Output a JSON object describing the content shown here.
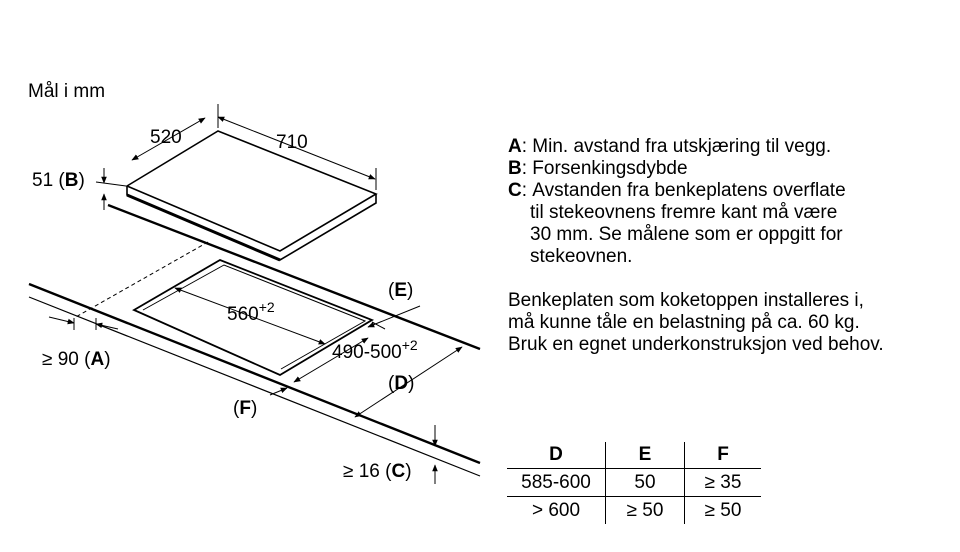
{
  "diagram": {
    "unit_label": "Mål i mm",
    "labels": {
      "depth": "520",
      "width": "710",
      "height_b_value": "51 (",
      "height_b_key": "B",
      "height_b_close": ")",
      "cutout_width_base": "560",
      "cutout_width_tol": "+2",
      "cutout_depth_base": "490-500",
      "cutout_depth_tol": "+2",
      "e_open": "(",
      "e_key": "E",
      "e_close": ")",
      "d_open": "(",
      "d_key": "D",
      "d_close": ")",
      "f_open": "(",
      "f_key": "F",
      "f_close": ")",
      "a_value": "≥ 90 (",
      "a_key": "A",
      "a_close": ")",
      "c_value": "≥ 16 (",
      "c_key": "C",
      "c_close": ")"
    }
  },
  "legend": [
    {
      "key": "A",
      "sep": ": ",
      "lines": [
        "Min. avstand fra utskjæring til vegg."
      ]
    },
    {
      "key": "B",
      "sep": ": ",
      "lines": [
        "Forsenkingsdybde"
      ]
    },
    {
      "key": "C",
      "sep": ": ",
      "lines": [
        "Avstanden fra benkeplatens overflate",
        "til stekeovnens fremre kant må være",
        "30 mm. Se målene som er oppgitt for",
        "stekeovnen."
      ]
    }
  ],
  "note": [
    "Benkeplaten som koketoppen installeres i,",
    "må kunne tåle en belastning på ca. 60 kg.",
    "Bruk en egnet underkonstruksjon ved behov."
  ],
  "table": {
    "headers": [
      "D",
      "E",
      "F"
    ],
    "rows": [
      [
        "585-600",
        "50",
        "≥ 35"
      ],
      [
        "> 600",
        "≥ 50",
        "≥ 50"
      ]
    ]
  }
}
